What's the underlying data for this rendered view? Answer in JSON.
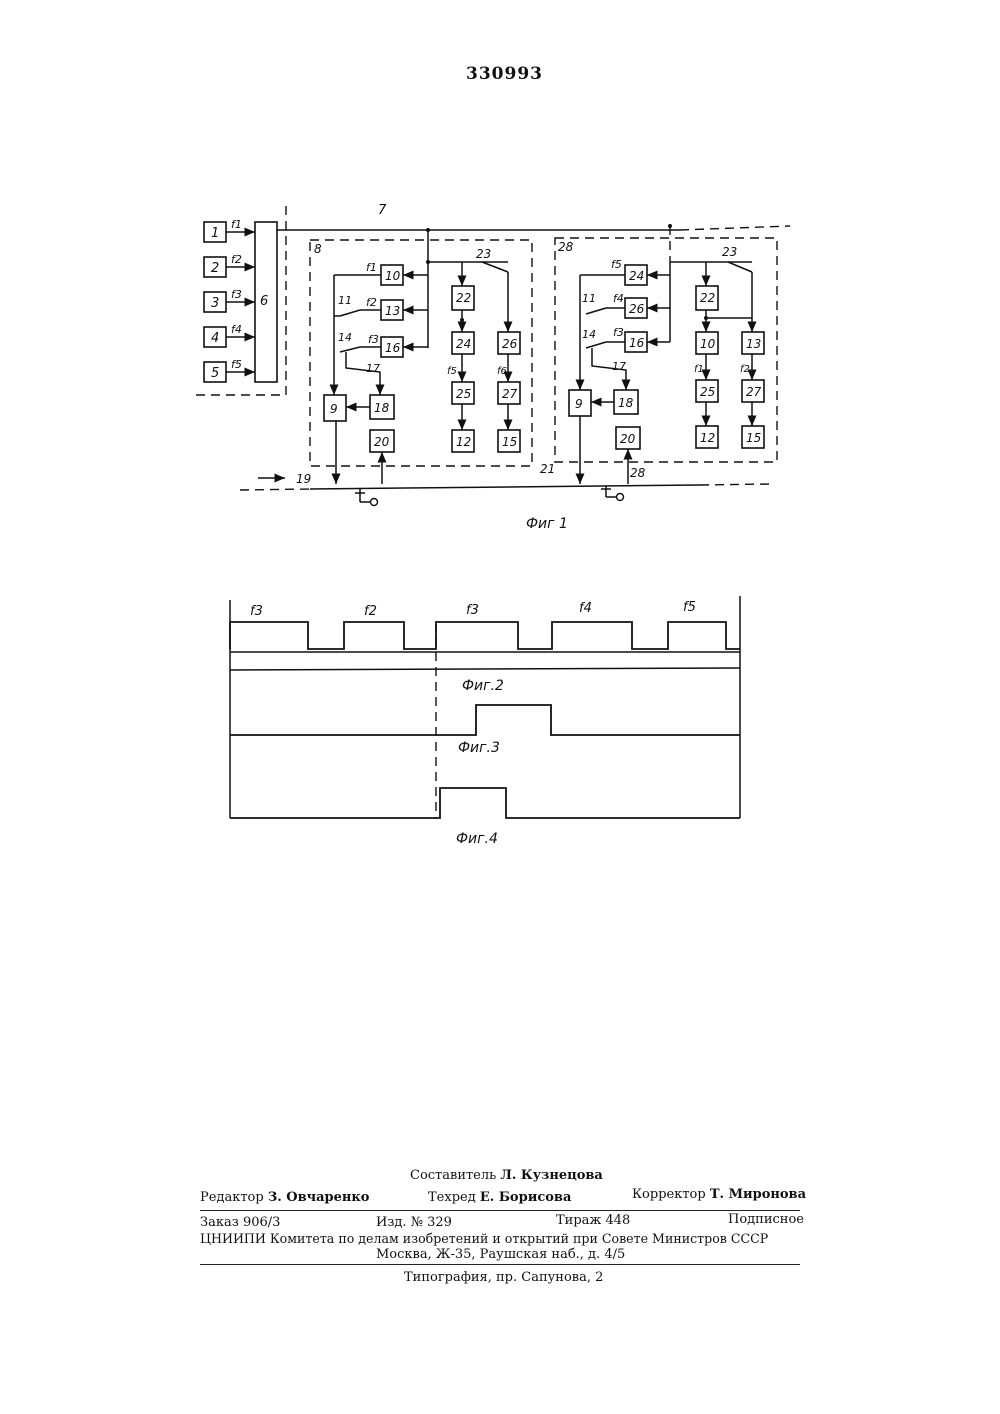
{
  "patent_number": "330993",
  "figures": {
    "fig1": {
      "caption": "Фиг 1",
      "labels": {
        "b1": "1",
        "b2": "2",
        "b3": "3",
        "b4": "4",
        "b5": "5",
        "b6": "6",
        "line7": "7",
        "box8": "8",
        "line19": "19",
        "line21": "21",
        "box28": "28",
        "line28b": "28",
        "n9": "9",
        "n10": "10",
        "n11": "11",
        "n12": "12",
        "n13": "13",
        "n14": "14",
        "n15": "15",
        "n16": "16",
        "n17": "17",
        "n18": "18",
        "n20": "20",
        "n22": "22",
        "n23": "23",
        "n24": "24",
        "n25": "25",
        "n26": "26",
        "n27": "27"
      },
      "freq": {
        "f1": "f1",
        "f2": "f2",
        "f3": "f3",
        "f4": "f4",
        "f5": "f5",
        "f6": "f6"
      }
    },
    "fig2": {
      "caption": "Фиг.2",
      "pulses": [
        "f3",
        "f2",
        "f3",
        "f4",
        "f5"
      ]
    },
    "fig3": {
      "caption": "Фиг.3"
    },
    "fig4": {
      "caption": "Фиг.4"
    }
  },
  "imprint": {
    "compiler_label": "Составитель",
    "compiler_name": "Л. Кузнецова",
    "editor_label": "Редактор",
    "editor_name": "З. Овчаренко",
    "techred_label": "Техред",
    "techred_name": "Е. Борисова",
    "corrector_label": "Корректор",
    "corrector_name": "Т. Миронова",
    "order": "Заказ 906/3",
    "edition": "Изд. № 329",
    "circulation": "Тираж 448",
    "subscription": "Подписное",
    "org_line": "ЦНИИПИ Комитета по делам изобретений и открытий при Совете Министров СССР",
    "address": "Москва, Ж-35, Раушская наб., д. 4/5",
    "printer": "Типография, пр. Сапунова, 2"
  }
}
